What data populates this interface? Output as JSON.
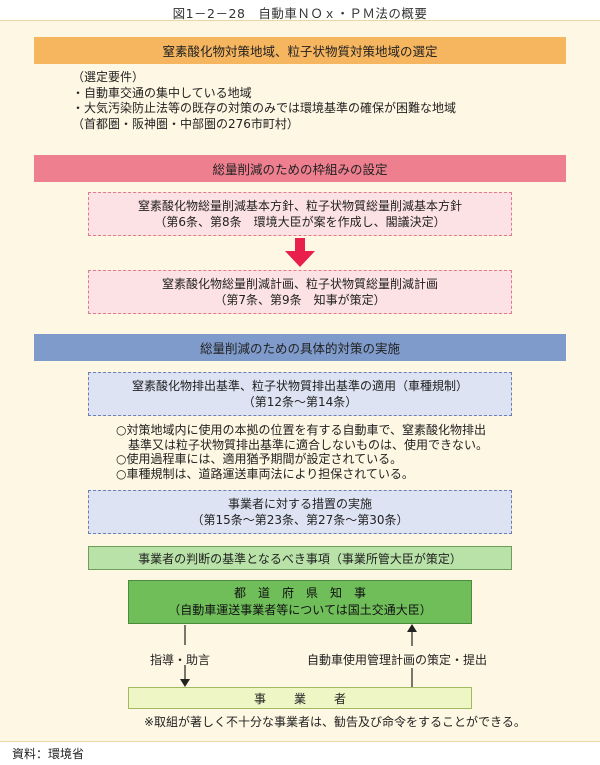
{
  "title": "図1－2－28　自動車ＮＯｘ・ＰＭ法の概要",
  "step1": {
    "bar": "窒素酸化物対策地域、粒子状物質対策地域の選定",
    "requirements": [
      "（選定要件）",
      "・自動車交通の集中している地域",
      "・大気汚染防止法等の既存の対策のみでは環境基準の確保が困難な地域",
      "（首都圏・阪神圏・中部圏の276市町村）"
    ]
  },
  "step2": {
    "bar": "総量削減のための枠組みの設定",
    "box1": [
      "窒素酸化物総量削減基本方針、粒子状物質総量削減基本方針",
      "（第6条、第8条　環境大臣が案を作成し、閣議決定）"
    ],
    "box2": [
      "窒素酸化物総量削減計画、粒子状物質総量削減計画",
      "（第7条、第9条　知事が策定）"
    ]
  },
  "step3": {
    "bar": "総量削減のための具体的対策の実施",
    "box1": [
      "窒素酸化物排出基準、粒子状物質排出基準の適用（車種規制）",
      "（第12条～第14条）"
    ],
    "notes": [
      "○対策地域内に使用の本拠の位置を有する自動車で、窒素酸化物排出",
      "　基準又は粒子状物質排出基準に適合しないものは、使用できない。",
      "○使用過程車には、適用猶予期間が設定されている。",
      "○車種規制は、道路運送車両法により担保されている。"
    ],
    "box2": [
      "事業者に対する措置の実施",
      "（第15条～第23条、第27条～第30条）"
    ]
  },
  "step4": {
    "bar": "事業者の判断の基準となるべき事項（事業所管大臣が策定）",
    "governor": [
      "都道府県知事",
      "（自動車運送事業者等については国土交通大臣）"
    ],
    "guidance_label": "指導・助言",
    "plan_label": "自動車使用管理計画の策定・提出",
    "business": "事業者",
    "footnote": "※取組が著しく不十分な事業者は、勧告及び命令をすることができる。"
  },
  "source": "資料：環境省",
  "colors": {
    "orange": "#f6b55f",
    "pink": "#ee7f8f",
    "blue": "#7f9bcb",
    "green": "#6fbe5a",
    "arrow": "#e8204a"
  }
}
